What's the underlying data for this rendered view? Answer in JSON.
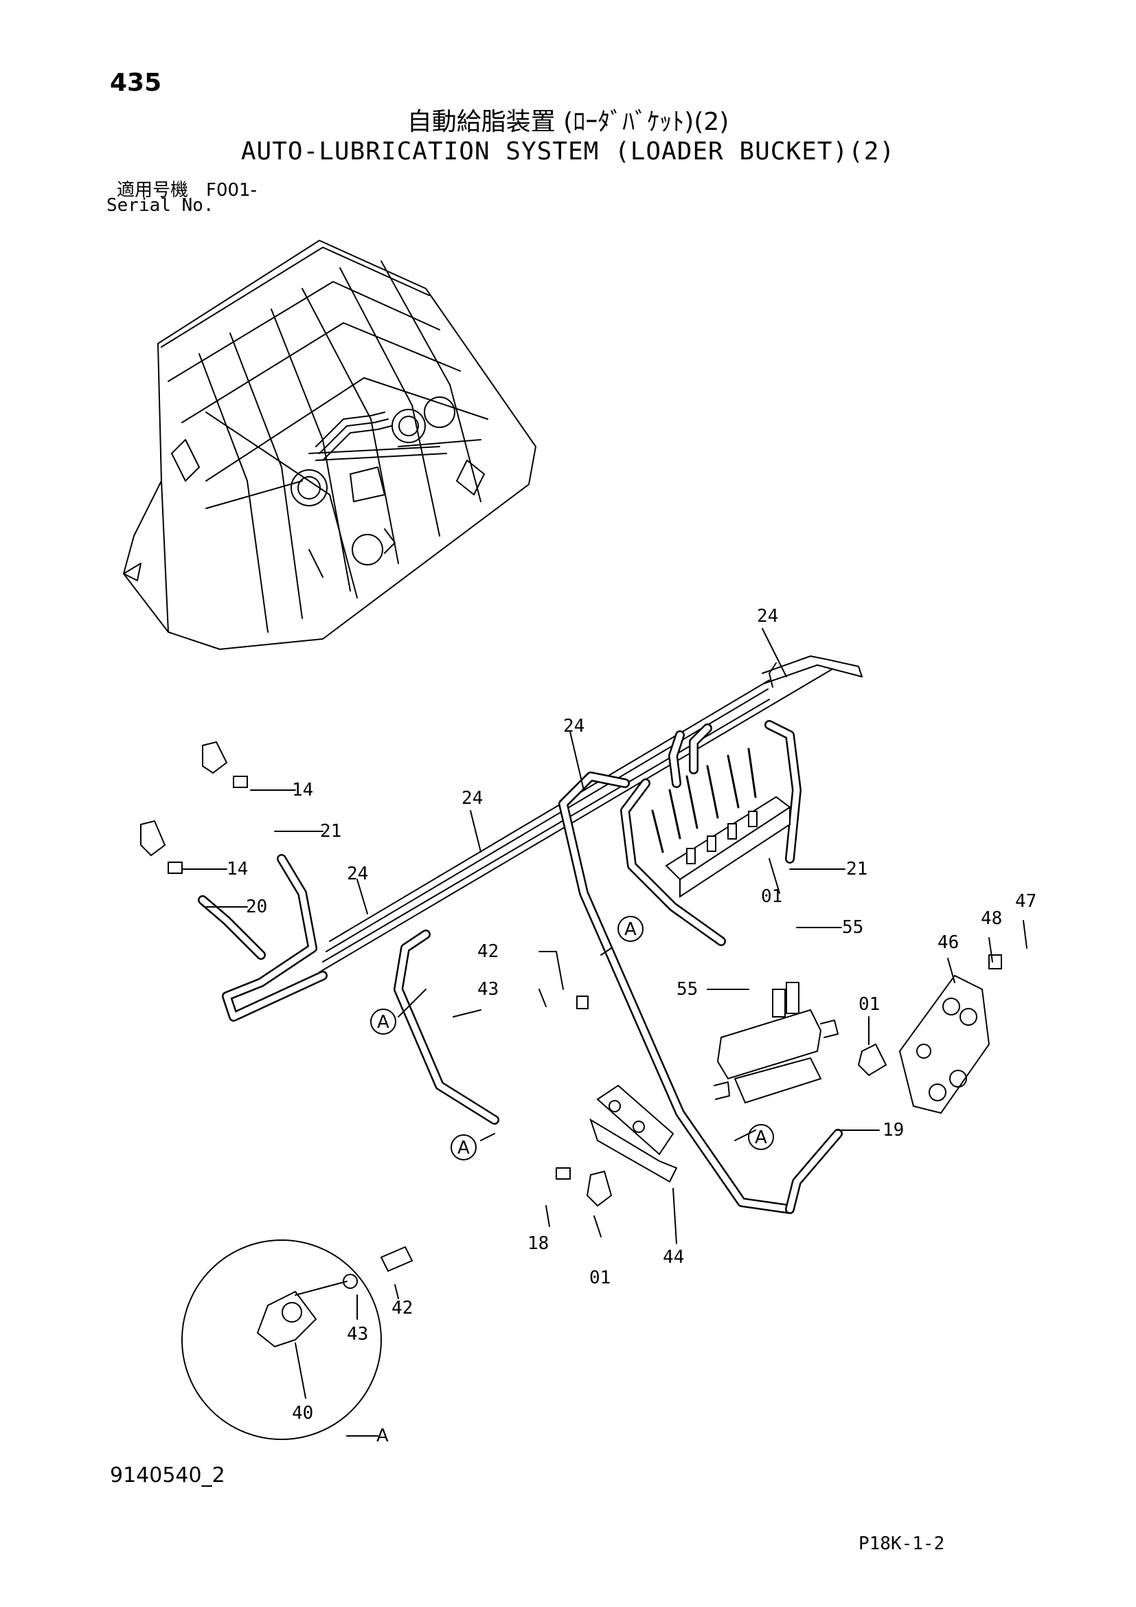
{
  "header": {
    "page_number": "435",
    "title_jp": "自動給脂装置 (ﾛｰﾀﾞﾊﾞｹｯﾄ)(2)",
    "title_en": "AUTO-LUBRICATION SYSTEM (LOADER BUCKET)(2)",
    "serial_label_jp": "適用号機　F001-",
    "serial_label_en": "Serial No."
  },
  "footer": {
    "doc_number": "9140540_2",
    "plate_code": "P18K-1-2"
  },
  "part_labels": {
    "p24a": "24",
    "p24b": "24",
    "p24c": "24",
    "p24d": "24",
    "p14a": "14",
    "p14b": "14",
    "p21a": "21",
    "p21b": "21",
    "p20": "20",
    "p01a": "01",
    "p01b": "01",
    "p01c": "01",
    "p55a": "55",
    "p55b": "55",
    "p42a": "42",
    "p42b": "42",
    "p43a": "43",
    "p43b": "43",
    "p46": "46",
    "p47": "47",
    "p48": "48",
    "p19": "19",
    "p18": "18",
    "p44": "44",
    "p40": "40"
  },
  "callouts": {
    "a1": "A",
    "a2": "A",
    "a3": "A",
    "a4": "A",
    "detail": "A"
  }
}
